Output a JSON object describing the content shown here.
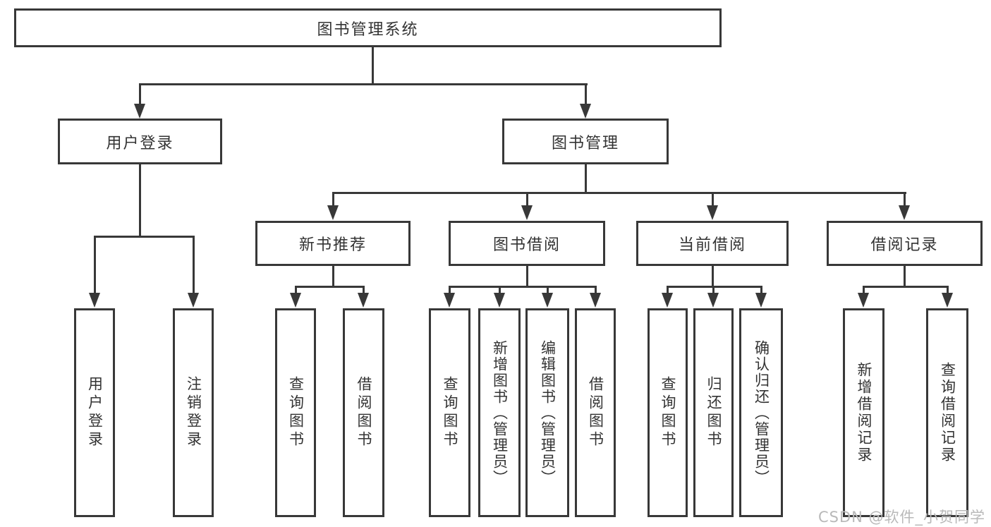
{
  "diagram": {
    "root": {
      "label": "图书管理系统"
    },
    "branches": [
      {
        "label": "用户登录",
        "children": [
          {
            "label": "用户登录"
          },
          {
            "label": "注销登录"
          }
        ]
      },
      {
        "label": "图书管理",
        "children": [
          {
            "label": "新书推荐",
            "children": [
              {
                "label": "查询图书"
              },
              {
                "label": "借阅图书"
              }
            ]
          },
          {
            "label": "图书借阅",
            "children": [
              {
                "label": "查询图书"
              },
              {
                "label": "新增图书（管理员）"
              },
              {
                "label": "编辑图书（管理员）"
              },
              {
                "label": "借阅图书"
              }
            ]
          },
          {
            "label": "当前借阅",
            "children": [
              {
                "label": "查询图书"
              },
              {
                "label": "归还图书"
              },
              {
                "label": "确认归还（管理员）"
              }
            ]
          },
          {
            "label": "借阅记录",
            "children": [
              {
                "label": "新增借阅记录"
              },
              {
                "label": "查询借阅记录"
              }
            ]
          }
        ]
      }
    ],
    "colors": {
      "line": "#383838",
      "text": "#333333",
      "watermark": "#b9b9b9"
    }
  },
  "watermark": {
    "text": "CSDN @软件_小贺同学"
  }
}
